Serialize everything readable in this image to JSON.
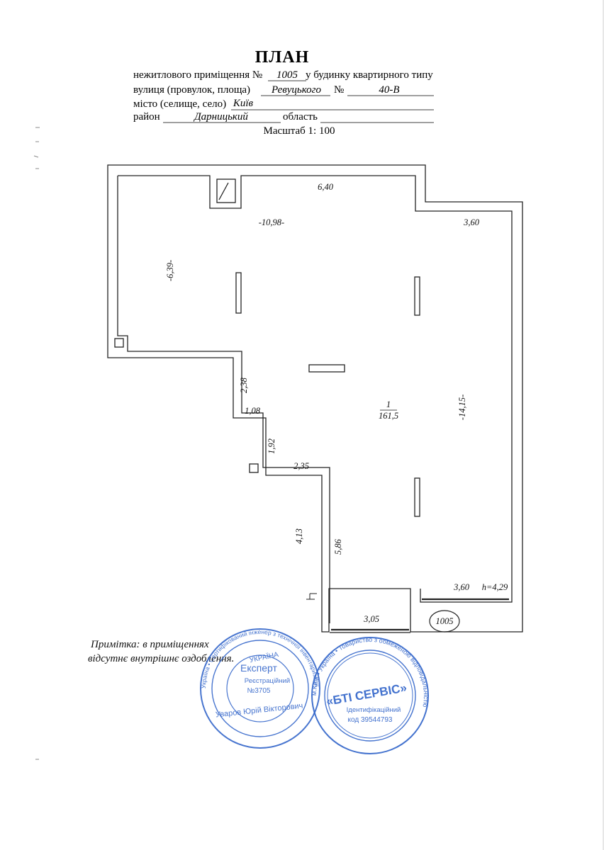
{
  "header": {
    "title": "ПЛАН",
    "line1_prefix": "нежитлового приміщення №",
    "line1_number": "1005",
    "line1_suffix": "у будинку квартирного типу",
    "line2_label": "вулиця (провулок, площа)",
    "line2_street": "Ревуцького",
    "line2_no_label": "№",
    "line2_house": "40-В",
    "line3_label": "місто (селище, село)",
    "line3_city": "Київ",
    "line4_label": "район",
    "line4_district": "Дарницький",
    "line4_region_label": "область",
    "scale": "Масштаб 1: 100"
  },
  "plan": {
    "dimensions": {
      "top_right_wall": "6,40",
      "top_left_wall": "-10,98-",
      "right_upper_step": "3,60",
      "left_wall": "-6,39-",
      "right_wall": "-14,15-",
      "step_vertical_1": "2,38",
      "step_horizontal_1": "1,08",
      "step_vertical_2": "1,92",
      "step_horizontal_2": "2,35",
      "lower_left_outer": "4,13",
      "lower_left_inner": "5,86",
      "bottom_wall": "3,05",
      "bottom_right_step": "3,60",
      "height": "h=4,29"
    },
    "room_number": "1",
    "room_area": "161,5",
    "premises_number": "1005"
  },
  "note": {
    "line1": "Примітка: в приміщеннях",
    "line2": "відсутнє внутрішнє оздоблення."
  },
  "stamps": {
    "expert": {
      "ring_text": "Україна • Сертифікований інженер з технічної інвентаризації",
      "country": "УКРАЇНА",
      "title": "Експерт",
      "reg_label": "Реєстраційний",
      "reg_number": "№3705",
      "name": "Уваров Юрій Вікторович"
    },
    "company": {
      "ring_text": "м.Київ • Україна • Товариство з обмеженою відповідальністю",
      "name": "«БТІ СЕРВІС»",
      "id_label": "Ідентифікаційний",
      "id_code": "код 39544793"
    },
    "color": "#2f63c9"
  }
}
